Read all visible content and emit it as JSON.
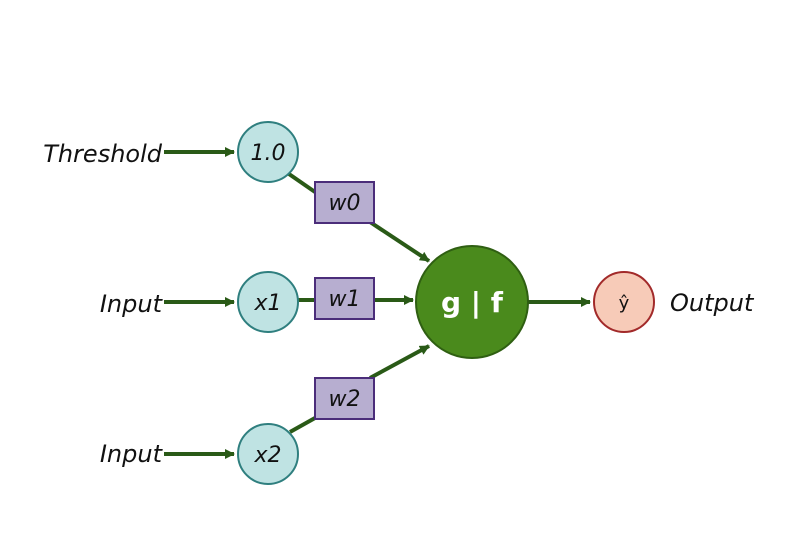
{
  "labels": {
    "threshold": "Threshold",
    "input1": "Input",
    "input2": "Input",
    "output": "Output"
  },
  "nodes": {
    "bias": "1.0",
    "x1": "x1",
    "x2": "x2",
    "activation": "g | f",
    "output": "ŷ"
  },
  "weights": {
    "w0": "w0",
    "w1": "w1",
    "w2": "w2"
  },
  "colors": {
    "arrow": "#2a5a17",
    "input_node_fill": "#bfe3e3",
    "input_node_stroke": "#2f7f7f",
    "weight_fill": "#b7aed0",
    "weight_stroke": "#4b2d7a",
    "activation_fill": "#4a8a1c",
    "activation_stroke": "#2f5f12",
    "output_fill": "#f7cbb8",
    "output_stroke": "#a22a2a"
  }
}
